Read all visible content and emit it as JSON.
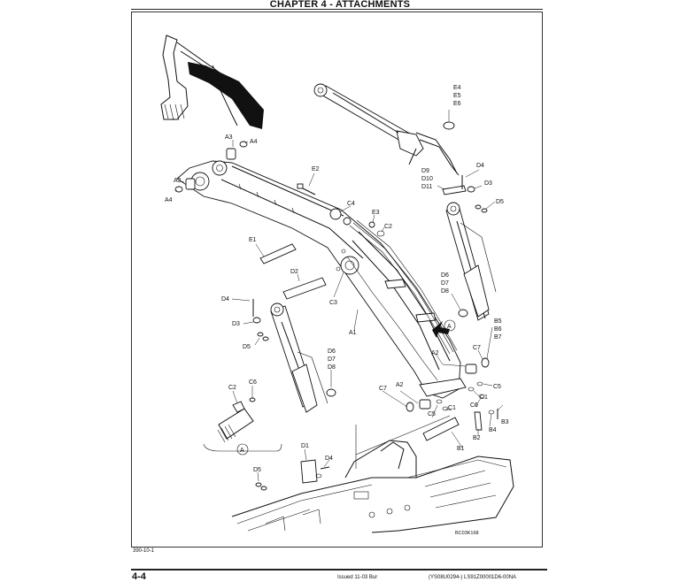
{
  "header": {
    "chapter": "CHAPTER 4 - ATTACHMENTS"
  },
  "figure": {
    "drawing_code": "BC03K168",
    "figure_ref": "390-10-1",
    "view_marker": "A",
    "labels": {
      "e4": "E4",
      "e5": "E5",
      "e6": "E6",
      "a3_top": "A3",
      "a4_top": "A4",
      "a3_left": "A3",
      "a4_left": "A4",
      "e2": "E2",
      "c4": "C4",
      "e3": "E3",
      "c2_main": "C2",
      "e1": "E1",
      "d9": "D9",
      "d10": "D10",
      "d11": "D11",
      "d4_right": "D4",
      "d3_right": "D3",
      "d5_right": "D5",
      "d2": "D2",
      "c3": "C3",
      "d4_left": "D4",
      "d3_left": "D3",
      "d5_left": "D5",
      "a1": "A1",
      "d6_right": "D6",
      "d7_right": "D7",
      "d8_right": "D8",
      "b5": "B5",
      "b6": "B6",
      "b7": "B7",
      "c7_right": "C7",
      "a2_right": "A2",
      "c5_right": "C5",
      "c1_right": "C1",
      "c6_right": "C6",
      "b3": "B3",
      "b4": "B4",
      "b2": "B2",
      "a2_left": "A2",
      "c7_left": "C7",
      "c5_left": "C5",
      "c1_left": "C1",
      "d6_left": "D6",
      "d7_left": "D7",
      "d8_left": "D8",
      "c2_detail": "C2",
      "c6_detail": "C6",
      "b1": "B1",
      "d1": "D1",
      "d4_bottom": "D4",
      "d5_bottom": "D5"
    }
  },
  "footer": {
    "page_number": "4-4",
    "issued": "Issued 11-03   Bur",
    "doc_ref": "(YS08U0294-)   LS91Z00001D6-00NA"
  }
}
